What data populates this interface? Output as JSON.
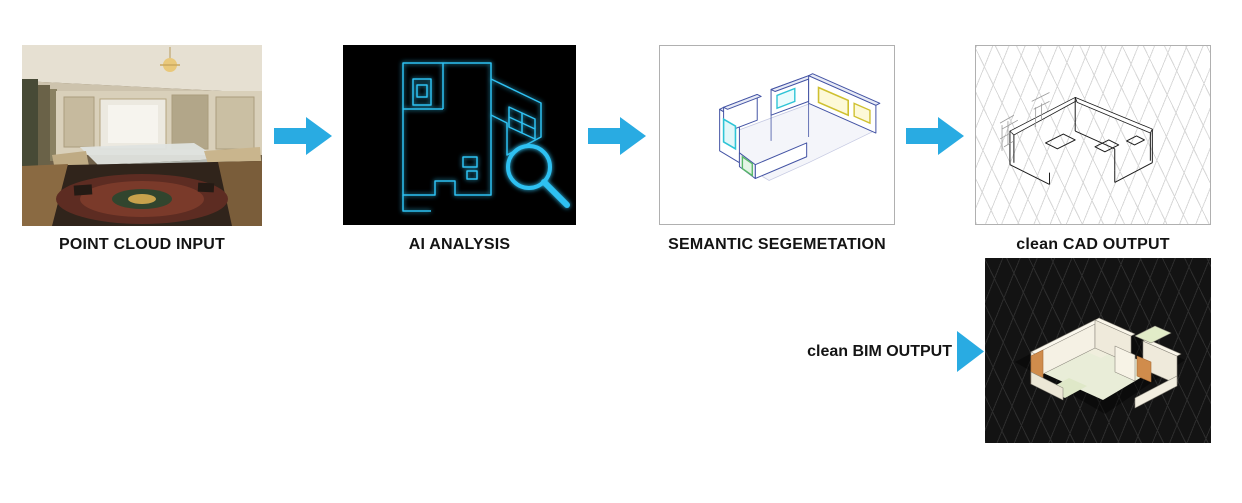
{
  "pipeline": {
    "stages": [
      {
        "id": "point-cloud-input",
        "label": "POINT CLOUD INPUT",
        "image": "interior-room-point-cloud-photo"
      },
      {
        "id": "ai-analysis",
        "label": "AI ANALYSIS",
        "image": "glowing-floorplan-wireframe-with-magnifier"
      },
      {
        "id": "semantic-segmentation",
        "label": "SEMANTIC SEGEMETATION",
        "image": "3d-floorplan-with-colored-segments"
      },
      {
        "id": "cad-output",
        "label": "clean CAD OUTPUT",
        "image": "black-wireframe-cad-model-on-grid"
      }
    ],
    "bim_output": {
      "id": "bim-output",
      "label": "clean BIM OUTPUT",
      "image": "3d-bim-model-on-dark-grid"
    }
  },
  "icons": {
    "flow_arrow": "right-arrow-icon",
    "magnifier": "magnifying-glass-icon"
  },
  "colors": {
    "arrow_blue": "#29abe2",
    "ai_wireframe_cyan": "#2fc1f2",
    "segmentation_line_indigo": "#4353a4",
    "segmentation_accent_cyan": "#2ec4d6",
    "segmentation_accent_yellow": "#cfc030",
    "segmentation_accent_green": "#58b868",
    "bim_wall_cream": "#f5f1e4",
    "bim_wall_orange": "#d08c4c",
    "bim_floor_green": "#e9edd8",
    "label_text": "#141414"
  }
}
